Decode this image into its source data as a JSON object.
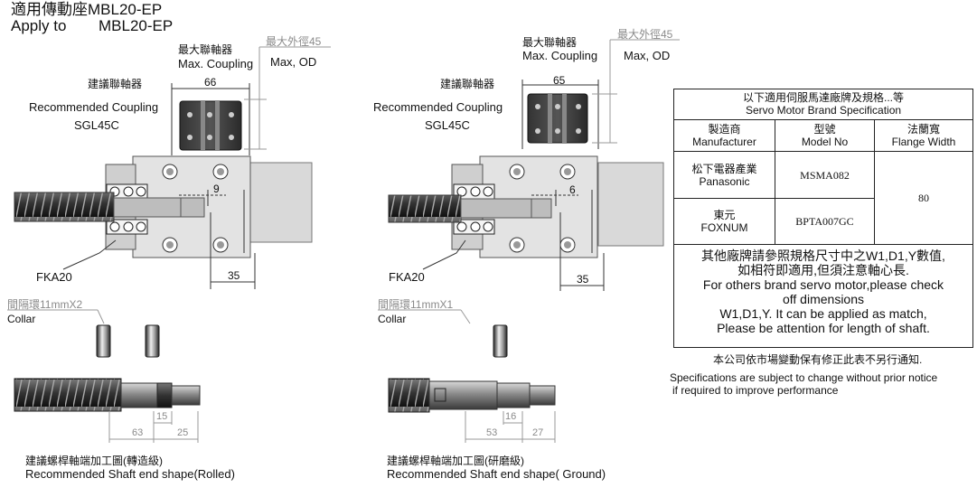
{
  "header": {
    "line1": "適用傳動座MBL20-EP",
    "line2_label": "Apply to",
    "line2_model": "MBL20-EP"
  },
  "left": {
    "max_coupling_cn": "最大聯軸器",
    "max_coupling_en": "Max. Coupling",
    "max_od_cn": "最大外徑45",
    "max_od_en": "Max, OD",
    "rec_coupling_cn": "建議聯軸器",
    "rec_coupling_en": "Recommended Coupling",
    "coupling_model": "SGL45C",
    "dim_coupling": "66",
    "dim_gap": "9",
    "dim_length": "35",
    "bearing": "FKA20",
    "collar_cn": "間隔環11mmX2",
    "collar_en": "Collar",
    "shaft_dims": [
      "15",
      "63",
      "25"
    ],
    "shaft_cn": "建議螺桿軸端加工圖(轉造級)",
    "shaft_en": "Recommended Shaft end shape(Rolled)"
  },
  "right": {
    "max_coupling_cn": "最大聯軸器",
    "max_coupling_en": "Max. Coupling",
    "max_od_cn": "最大外徑45",
    "max_od_en": "Max, OD",
    "rec_coupling_cn": "建議聯軸器",
    "rec_coupling_en": "Recommended Coupling",
    "coupling_model": "SGL45C",
    "dim_coupling": "65",
    "dim_gap": "6",
    "dim_length": "35",
    "bearing": "FKA20",
    "collar_cn": "間隔環11mmX1",
    "collar_en": "Collar",
    "shaft_dims": [
      "16",
      "53",
      "27"
    ],
    "shaft_cn": "建議螺桿軸端加工圖(研磨級)",
    "shaft_en": "Recommended Shaft end shape( Ground)"
  },
  "spec_table": {
    "title_cn": "以下適用伺服馬達廠牌及規格...等",
    "title_en": "Servo Motor Brand Specification",
    "columns": [
      {
        "cn": "製造商",
        "en": "Manufacturer"
      },
      {
        "cn": "型號",
        "en": "Model No"
      },
      {
        "cn": "法蘭寬",
        "en": "Flange Width"
      }
    ],
    "rows": [
      {
        "maker_cn": "松下電器產業",
        "maker_en": "Panasonic",
        "model": "MSMA082"
      },
      {
        "maker_cn": "東元",
        "maker_en": "FOXNUM",
        "model": "BPTA007GC"
      }
    ],
    "flange_width": "80",
    "note_lines": [
      "其他廠牌請參照規格尺寸中之W1,D1,Y數值,",
      "如相符即適用,但須注意軸心長.",
      "For others brand servo motor,please check",
      "off dimensions",
      "W1,D1,Y. It can be applied as match,",
      "Please be attention for length of shaft."
    ]
  },
  "footer": {
    "cn": "本公司依市場變動保有修正此表不另行通知.",
    "en_line1": "Specifications are subject to change without prior notice",
    "en_line2": "if required to improve performance"
  }
}
